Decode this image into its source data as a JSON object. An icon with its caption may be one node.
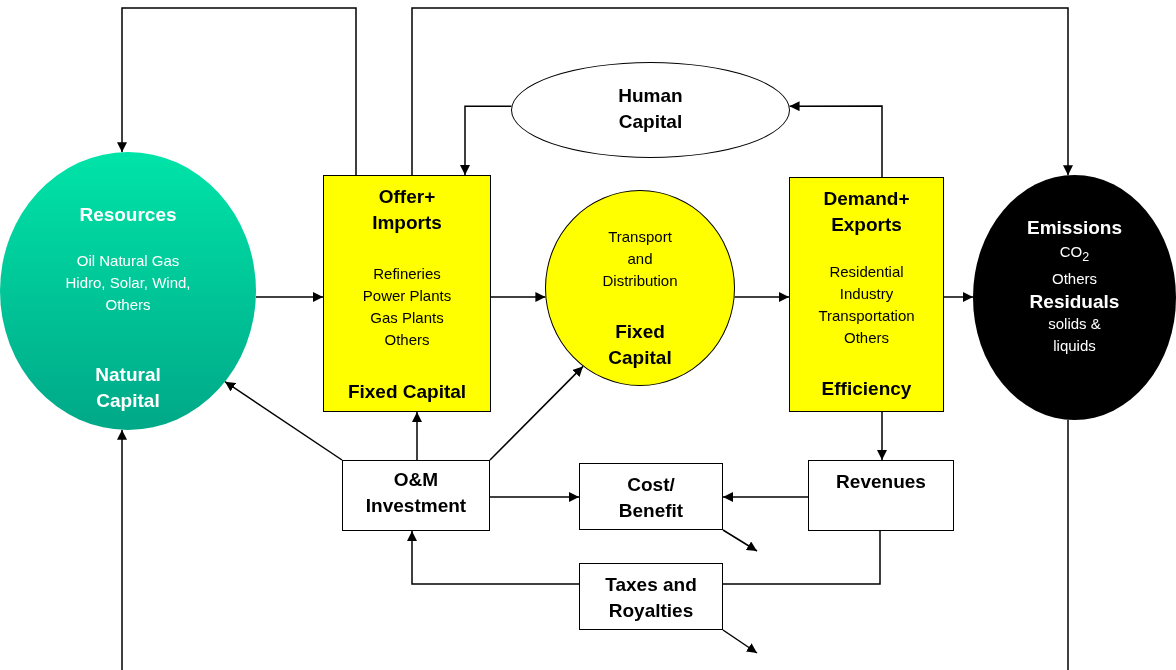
{
  "diagram": {
    "nodes": [
      {
        "text": [
          "Resources",
          "Oil Natural Gas Hidro, Solar, Wind, Others",
          "Natural Capital"
        ]
      },
      {
        "text": [
          "Offer+ Imports",
          "Refineries Power Plants Gas Plants Others",
          "Fixed Capital"
        ]
      },
      {
        "text": [
          "Human Capital"
        ]
      },
      {
        "text": [
          "Transport and Distribution",
          "Fixed Capital"
        ]
      },
      {
        "text": [
          "Demand+ Exports",
          "Residential Industry Transportation Others",
          "Efficiency"
        ]
      },
      {
        "text": [
          "Emissions",
          "CO$_{2}$ Others",
          "Residuals",
          "solids & liquids"
        ]
      },
      {
        "text": [
          "O&M Investment"
        ]
      },
      {
        "text": [
          "Cost/ Benefit"
        ]
      },
      {
        "text": [
          "Revenues"
        ]
      },
      {
        "text": [
          "Taxes and Royalties"
        ]
      }
    ],
    "edges": [
      {
        "from": 1,
        "to": 0,
        "arrow": "to"
      },
      {
        "from": 1,
        "to": 5,
        "arrow": "to"
      },
      {
        "from": 2,
        "to": 1,
        "arrow": "to"
      },
      {
        "from": 4,
        "to": 2,
        "arrow": "to"
      },
      {
        "from": 0,
        "to": 1,
        "arrow": "to"
      },
      {
        "from": 1,
        "to": 3,
        "arrow": "to"
      },
      {
        "from": 3,
        "to": 4,
        "arrow": "to"
      },
      {
        "from": 4,
        "to": 5,
        "arrow": "to"
      },
      {
        "from": 6,
        "to": 0,
        "arrow": "to"
      },
      {
        "from": 6,
        "to": 1,
        "arrow": "to"
      },
      {
        "from": 6,
        "to": 3,
        "arrow": "to"
      },
      {
        "from": 6,
        "to": 7,
        "arrow": "to"
      },
      {
        "from": 8,
        "to": 7,
        "arrow": "to"
      },
      {
        "from": 4,
        "to": 8,
        "arrow": "to"
      },
      {
        "from": 8,
        "to": 9,
        "arrow": "none"
      },
      {
        "from": 9,
        "to": 6,
        "arrow": "to"
      },
      {
        "from": 7,
        "to": null,
        "arrow": "to"
      },
      {
        "from": 9,
        "to": null,
        "arrow": "to"
      },
      {
        "from": 5,
        "to": null,
        "arrow": "none"
      },
      {
        "from": null,
        "to": 0,
        "arrow": "to"
      }
    ]
  }
}
